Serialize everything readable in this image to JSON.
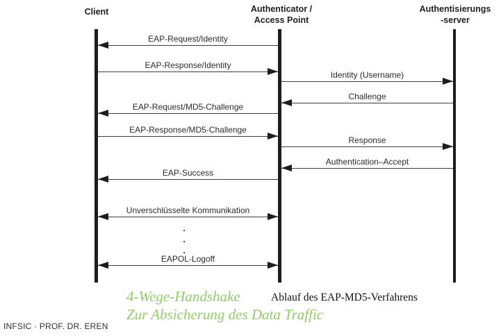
{
  "actors": [
    {
      "label": "Client"
    },
    {
      "label": "Authenticator /\nAccess Point"
    },
    {
      "label": "Authentisierungs\n-server"
    }
  ],
  "diagram": {
    "messages": [
      {
        "label": "EAP-Request/Identity",
        "from": "authenticator",
        "to": "client",
        "direction": "left"
      },
      {
        "label": "EAP-Response/Identity",
        "from": "client",
        "to": "authenticator",
        "direction": "right"
      },
      {
        "label": "Identity (Username)",
        "from": "authenticator",
        "to": "server",
        "direction": "right"
      },
      {
        "label": "Challenge",
        "from": "server",
        "to": "authenticator",
        "direction": "left"
      },
      {
        "label": "EAP-Request/MD5-Challenge",
        "from": "authenticator",
        "to": "client",
        "direction": "left"
      },
      {
        "label": "EAP-Response/MD5-Challenge",
        "from": "client",
        "to": "authenticator",
        "direction": "right"
      },
      {
        "label": "Response",
        "from": "authenticator",
        "to": "server",
        "direction": "right"
      },
      {
        "label": "Authentication–Accept",
        "from": "server",
        "to": "authenticator",
        "direction": "left"
      },
      {
        "label": "EAP-Success",
        "from": "authenticator",
        "to": "client",
        "direction": "left"
      },
      {
        "label": "Unverschlüsselte Kommunikation",
        "from": "client",
        "to": "authenticator",
        "direction": "both"
      },
      {
        "label": "EAPOL-Logoff",
        "from": "client",
        "to": "authenticator",
        "direction": "both"
      }
    ],
    "ellipsis": ".\n.\n."
  },
  "captions": {
    "green_line1": "4-Wege-Handshake",
    "green_line2": "Zur Absicherung des Data Traffic",
    "diagram_caption": "Ablauf des EAP-MD5-Verfahrens"
  },
  "footer": {
    "credit": "INFSIC · PROF. DR. EREN"
  },
  "colors": {
    "accent_green": "#8ed063",
    "line_black": "#1d1d1d"
  }
}
